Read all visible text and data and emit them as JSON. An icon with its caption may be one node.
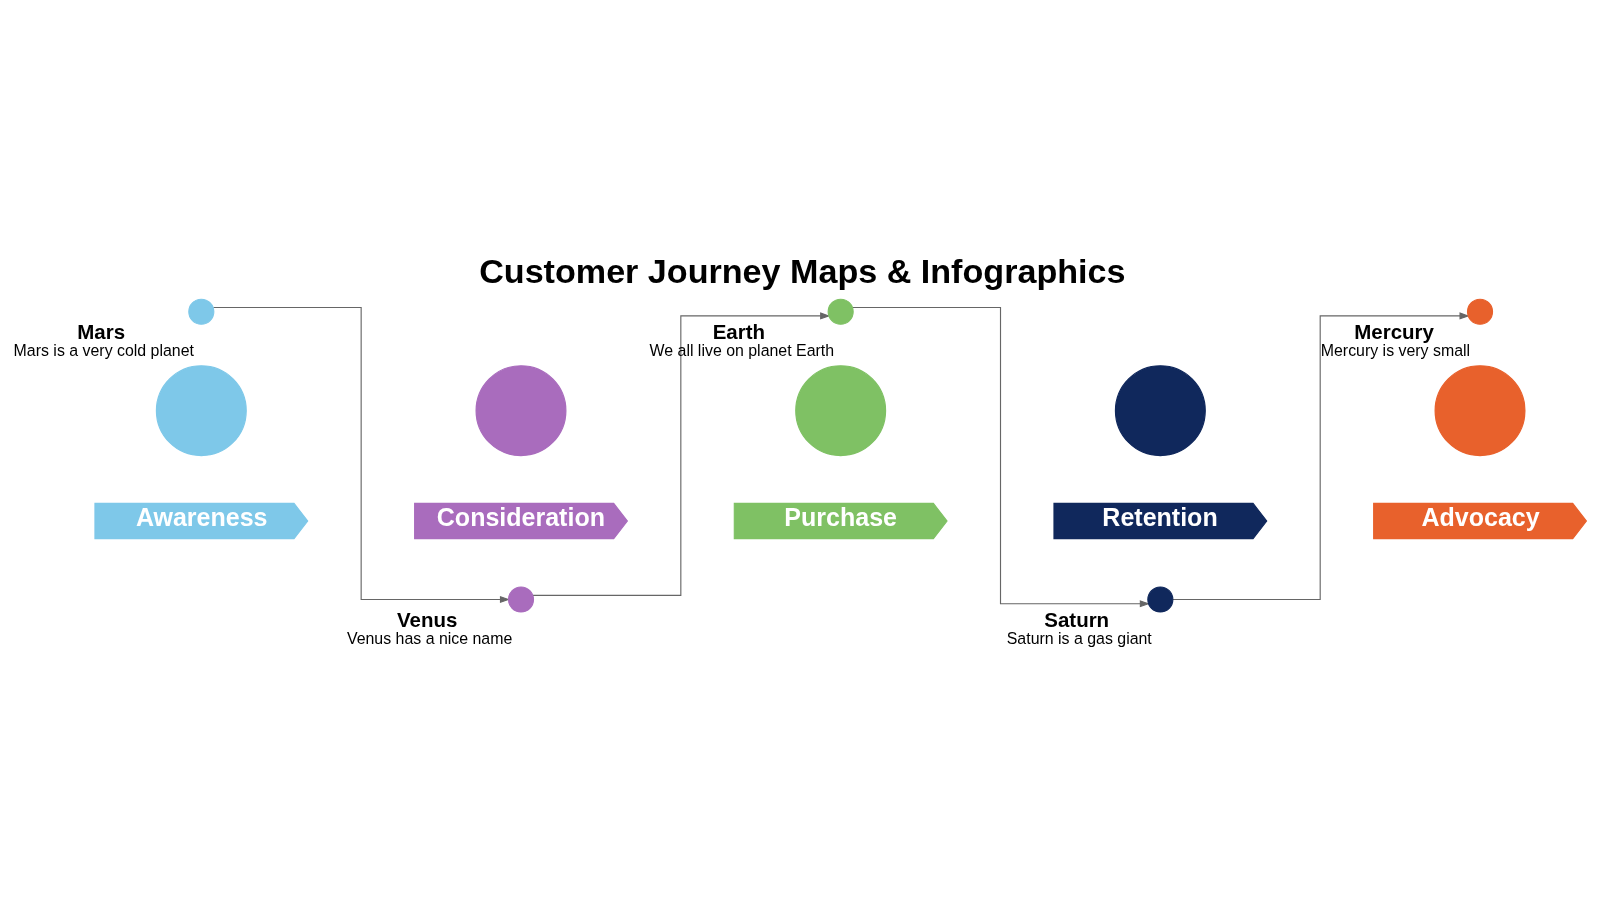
{
  "diagram": {
    "title": "Customer Journey Maps & Infographics",
    "nodes": [
      {
        "text": [],
        "shape": "circle",
        "beside": [
          "Mars",
          "Mars is a very cold planet"
        ]
      },
      {
        "text": [],
        "shape": "circle",
        "beside": [
          "Earth",
          "We all live on planet Earth"
        ]
      },
      {
        "text": [],
        "shape": "circle",
        "beside": [
          "Mercury",
          "Mercury is very small"
        ]
      },
      {
        "text": [],
        "shape": "circle"
      },
      {
        "text": [],
        "shape": "circle"
      },
      {
        "text": [],
        "shape": "circle"
      },
      {
        "text": [],
        "shape": "circle"
      },
      {
        "text": [],
        "shape": "circle"
      },
      {
        "text": [
          "Awareness"
        ]
      },
      {
        "text": [
          "Consideration"
        ]
      },
      {
        "text": [
          "Purchase"
        ]
      },
      {
        "text": [
          "Retention"
        ]
      },
      {
        "text": [
          "Advocacy"
        ]
      },
      {
        "text": [],
        "shape": "circle",
        "beside": [
          "Venus",
          "Venus has a nice name"
        ]
      },
      {
        "text": [],
        "shape": "circle",
        "beside": [
          "Saturn",
          "Saturn is a gas giant"
        ]
      }
    ],
    "edges": [
      {
        "from": 0,
        "to": 13,
        "arrow": "to"
      },
      {
        "from": 13,
        "to": 1,
        "arrow": "to"
      },
      {
        "from": 1,
        "to": 14,
        "arrow": "to"
      },
      {
        "from": 14,
        "to": 2,
        "arrow": "to"
      }
    ]
  }
}
